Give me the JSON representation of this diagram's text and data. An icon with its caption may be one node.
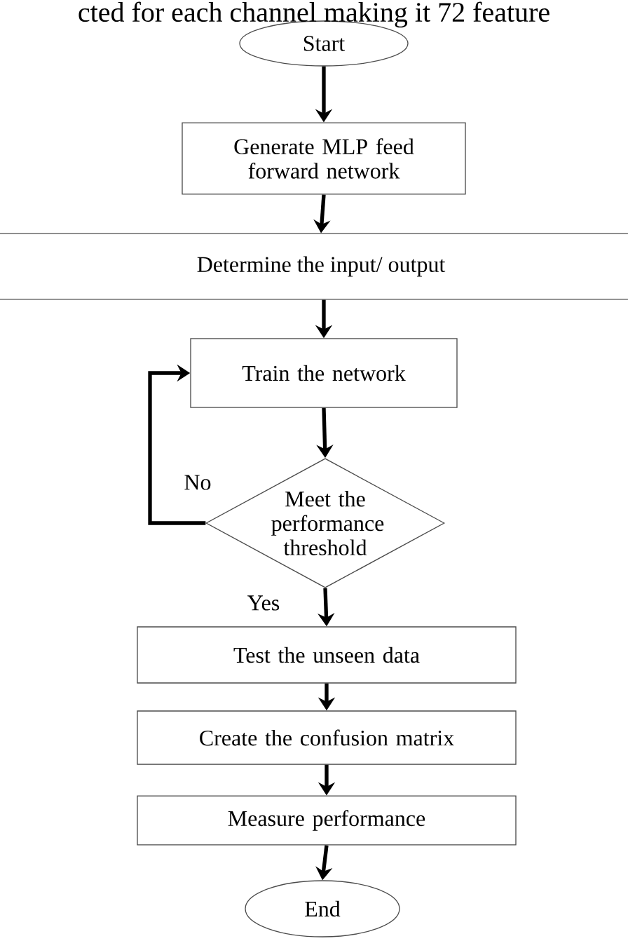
{
  "diagram": {
    "nodes": [
      {
        "text": [
          "Start"
        ]
      },
      {
        "text": [
          "Generate MLP feed forward network"
        ]
      },
      {
        "text": [
          "Determine the input/ output"
        ]
      },
      {
        "text": [
          "Train the network"
        ]
      },
      {
        "text": [
          "Meet the performance threshold"
        ]
      },
      {
        "text": [
          "Test the unseen data"
        ]
      },
      {
        "text": [
          "Create the confusion matrix"
        ]
      },
      {
        "text": [
          "Measure performance"
        ]
      },
      {
        "text": [
          "End"
        ]
      }
    ],
    "edges": [
      {
        "from": 0,
        "to": 1,
        "arrow": "to"
      },
      {
        "from": 1,
        "to": 2,
        "arrow": "to"
      },
      {
        "from": 2,
        "to": 3,
        "arrow": "to"
      },
      {
        "from": 3,
        "to": 4,
        "arrow": "to"
      },
      {
        "from": 4,
        "to": 3,
        "arrow": "to",
        "label": "No"
      },
      {
        "from": 4,
        "to": 5,
        "arrow": "to",
        "label": "Yes"
      },
      {
        "from": 5,
        "to": 6,
        "arrow": "to"
      },
      {
        "from": 6,
        "to": 7,
        "arrow": "to"
      },
      {
        "from": 7,
        "to": 8,
        "arrow": "to"
      }
    ],
    "labels": [
      "cted for each channel making it 72 feature"
    ]
  }
}
